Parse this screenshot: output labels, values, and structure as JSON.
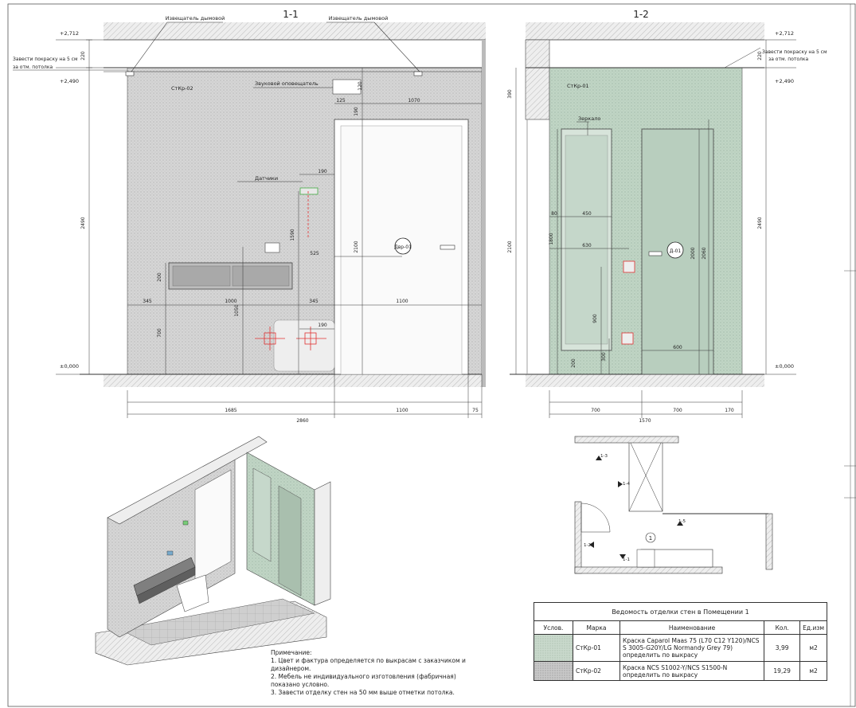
{
  "sections": {
    "s1": "1-1",
    "s2": "1-2"
  },
  "labels": {
    "smoke_detector_left": "Извещатель дымовой",
    "smoke_detector_right": "Извещатель дымовой",
    "sound_alarm": "Звуковой оповещатель",
    "start_finish": "Завести покраску на 5 см",
    "above_ceiling": "за отм. потолка",
    "start_finish_r": "Завести покраску на 5 см",
    "above_ceiling_r": "за отм. потолка",
    "wall_code_left": "СтКр-02",
    "wall_code_right": "СтКр-01",
    "sensor": "Датчики",
    "mirror": "Зеркало",
    "door_left": "Двр-01",
    "door_right": "Д-01"
  },
  "levels": {
    "top": "+2,712",
    "ceiling": "+2,490",
    "floor": "±0,000",
    "top_r": "+2,712",
    "ceiling_r": "+2,490",
    "floor_r": "±0,000"
  },
  "dims_left": {
    "d220": "220",
    "d2490": "2490",
    "d120": "120",
    "d125": "125",
    "d1070": "1070",
    "d190a": "190",
    "d190b": "190",
    "d1590": "1590",
    "d525": "525",
    "d2100": "2100",
    "d200": "200",
    "d345a": "345",
    "d1000": "1000",
    "d345b": "345",
    "d1100top": "1100",
    "d1050": "1050",
    "d700": "700",
    "d190c": "190",
    "d1685": "1685",
    "d1100": "1100",
    "d75": "75",
    "d2860": "2860"
  },
  "dims_right": {
    "d220": "220",
    "d390": "390",
    "d2490": "2490",
    "d2100": "2100",
    "d80": "80",
    "d450": "450",
    "d1800": "1800",
    "d630": "630",
    "d2000": "2000",
    "d2060": "2060",
    "d900": "900",
    "d200": "200",
    "d300": "300",
    "d600": "600",
    "d700a": "700",
    "d700b": "700",
    "d170": "170",
    "d1570": "1570"
  },
  "plan": {
    "marker1": "1-3",
    "marker2": "1-1",
    "marker3": "1-5",
    "marker4": "1-4",
    "marker5": "1-2",
    "room": "1"
  },
  "notes": {
    "title": "Примечание:",
    "n1": "1. Цвет и фактура определяется по выкрасам с заказчиком и дизайнером.",
    "n2": "2. Мебель не индивидуального изготовления (фабричная) показано условно.",
    "n3": "3. Завести отделку стен на 50 мм выше отметки потолка."
  },
  "table": {
    "title": "Ведомость отделки стен в Помещении 1",
    "headers": [
      "Услов.",
      "Марка",
      "Наименование",
      "Кол.",
      "Ед.изм"
    ],
    "rows": [
      {
        "mark": "СтКр-01",
        "name": "Краска Caparol Maas 75 (L70 C12 Y120)/NCS S 3005-G20Y/LG Normandy Grey 79) определить по выкрасу",
        "qty": "3,99",
        "unit": "м2"
      },
      {
        "mark": "СтКр-02",
        "name": "Краска NCS S1002-Y/NCS S1500-N определить по выкрасу",
        "qty": "19,29",
        "unit": "м2"
      }
    ]
  },
  "colors": {
    "wall_grey": "#d4d4d4",
    "wall_green": "#bcd2c2",
    "line": "#333333",
    "dim_red": "#e03030"
  }
}
